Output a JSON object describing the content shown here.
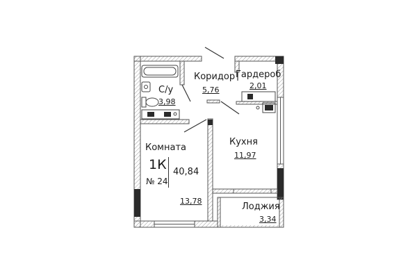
{
  "rooms": {
    "bathroom": {
      "name": "С/у",
      "area": "3,98"
    },
    "corridor": {
      "name": "Коридор",
      "area": "5,76"
    },
    "wardrobe": {
      "name": "Гардероб",
      "area": "2,01"
    },
    "kitchen": {
      "name": "Кухня",
      "area": "11,97"
    },
    "room": {
      "name": "Комната",
      "area": "13,78"
    },
    "loggia": {
      "name": "Лоджия",
      "area": "3,34"
    }
  },
  "apartment": {
    "rooms_code": "1К",
    "number": "№ 24",
    "total_area": "40,84"
  },
  "colors": {
    "wall": "#555555",
    "wall_dark": "#2b2b2b",
    "hatch": "#9a9a9a",
    "line": "#333333"
  }
}
